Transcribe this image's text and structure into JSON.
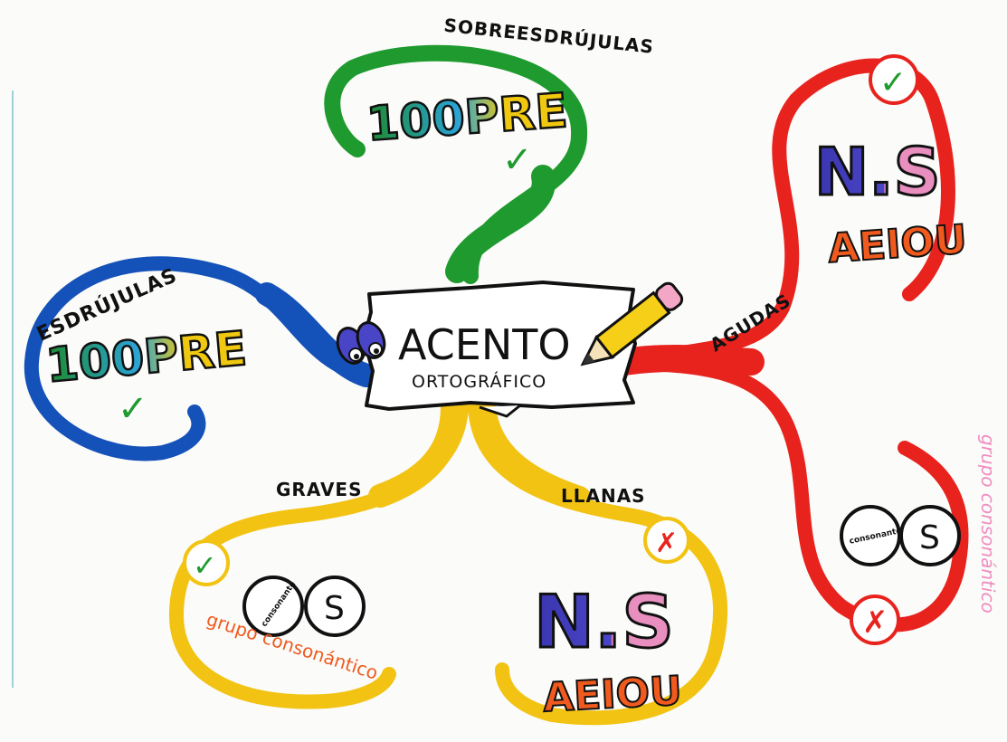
{
  "center": {
    "title": "ACENTO",
    "subtitle": "ORTOGRÁFICO"
  },
  "branches": {
    "sobreesdrujulas": {
      "label": "SOBREESDRÚJULAS",
      "badge": "100PRE",
      "mark": "✓",
      "color": "#1f9a2e"
    },
    "esdrujulas": {
      "label": "ESDRÚJULAS",
      "badge": "100PRE",
      "mark": "✓",
      "color": "#1451b8"
    },
    "agudas": {
      "label": "AGUDAS",
      "color": "#e8231e",
      "upper": {
        "mark": "✓",
        "badge_main": "N.S",
        "badge_sub": "AEIOU"
      },
      "lower": {
        "mark": "✗",
        "circle_left": "consonante",
        "circle_right": "S",
        "note": "grupo consonántico"
      }
    },
    "graves": {
      "label": "GRAVES",
      "mark": "✓",
      "circle_left": "consonante",
      "circle_right": "S",
      "note": "grupo consonántico",
      "color": "#f2c312"
    },
    "llanas": {
      "label": "LLANAS",
      "mark": "✗",
      "badge_main": "N.S",
      "badge_sub": "AEIOU",
      "color": "#f2c312"
    }
  }
}
